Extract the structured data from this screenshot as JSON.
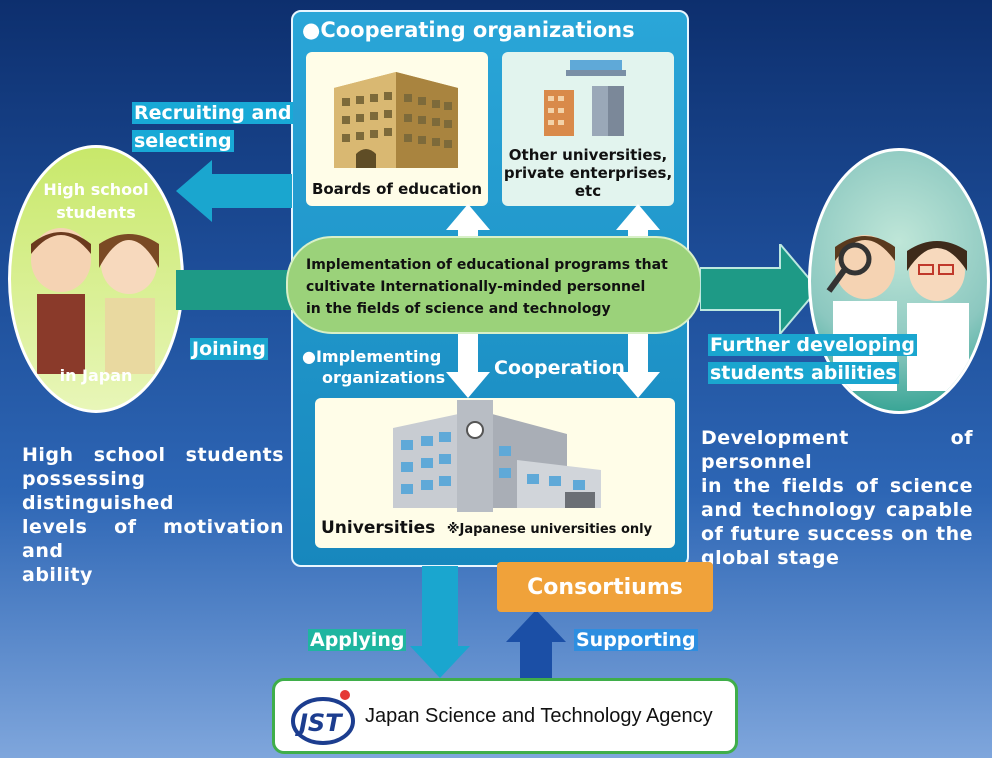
{
  "cooperating": {
    "title": "Cooperating organizations",
    "boards": "Boards of education",
    "other_line1": "Other universities,",
    "other_line2": "private enterprises,",
    "other_line3": "etc"
  },
  "program": {
    "line1": "Implementation of educational programs that",
    "line2": "cultivate Internationally-minded personnel",
    "line3": "in the fields of science and technology"
  },
  "implementing": {
    "line1": "Implementing",
    "line2": "organizations",
    "cooperation": "Cooperation",
    "universities": "Universities",
    "note": "※Japanese universities only"
  },
  "left": {
    "label_top1": "High school",
    "label_top2": "students",
    "label_bottom": "in Japan",
    "recruit1": "Recruiting and",
    "recruit2": "selecting",
    "joining": "Joining",
    "caption1": "High school students",
    "caption2": "possessing distinguished",
    "caption3": "levels of motivation and",
    "caption4": "ability"
  },
  "right": {
    "further1": "Further developing",
    "further2": "students abilities",
    "caption1": "Development of personnel",
    "caption2": "in the fields of science",
    "caption3": "and technology capable",
    "caption4": "of future success on the",
    "caption5": "global stage"
  },
  "bottom": {
    "consortiums": "Consortiums",
    "applying": "Applying",
    "supporting": "Supporting",
    "jst_logo": "JST",
    "jst_name": "Japan Science and Technology Agency"
  },
  "colors": {
    "panel": "#1a8fc4",
    "green_arrow": "#1e9a86",
    "consortium": "#f0a23a",
    "highlight": "#18a9d6"
  }
}
